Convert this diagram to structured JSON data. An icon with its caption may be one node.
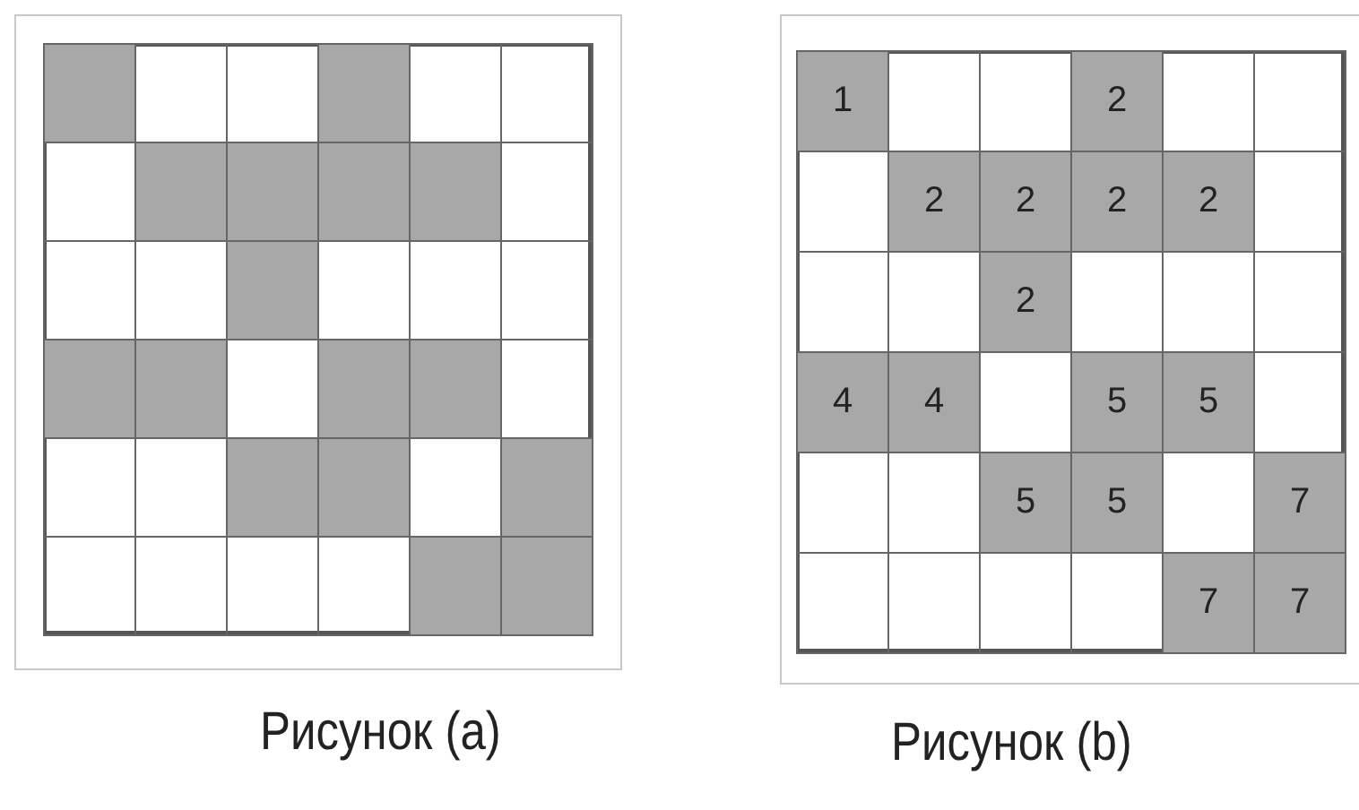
{
  "diagram": {
    "labels": [
      "1",
      "2",
      "2",
      "2",
      "2",
      "2",
      "2",
      "4",
      "4",
      "5",
      "5",
      "5",
      "5",
      "7",
      "7",
      "7",
      "Рисунок (a)",
      "Рисунок (b)"
    ]
  }
}
